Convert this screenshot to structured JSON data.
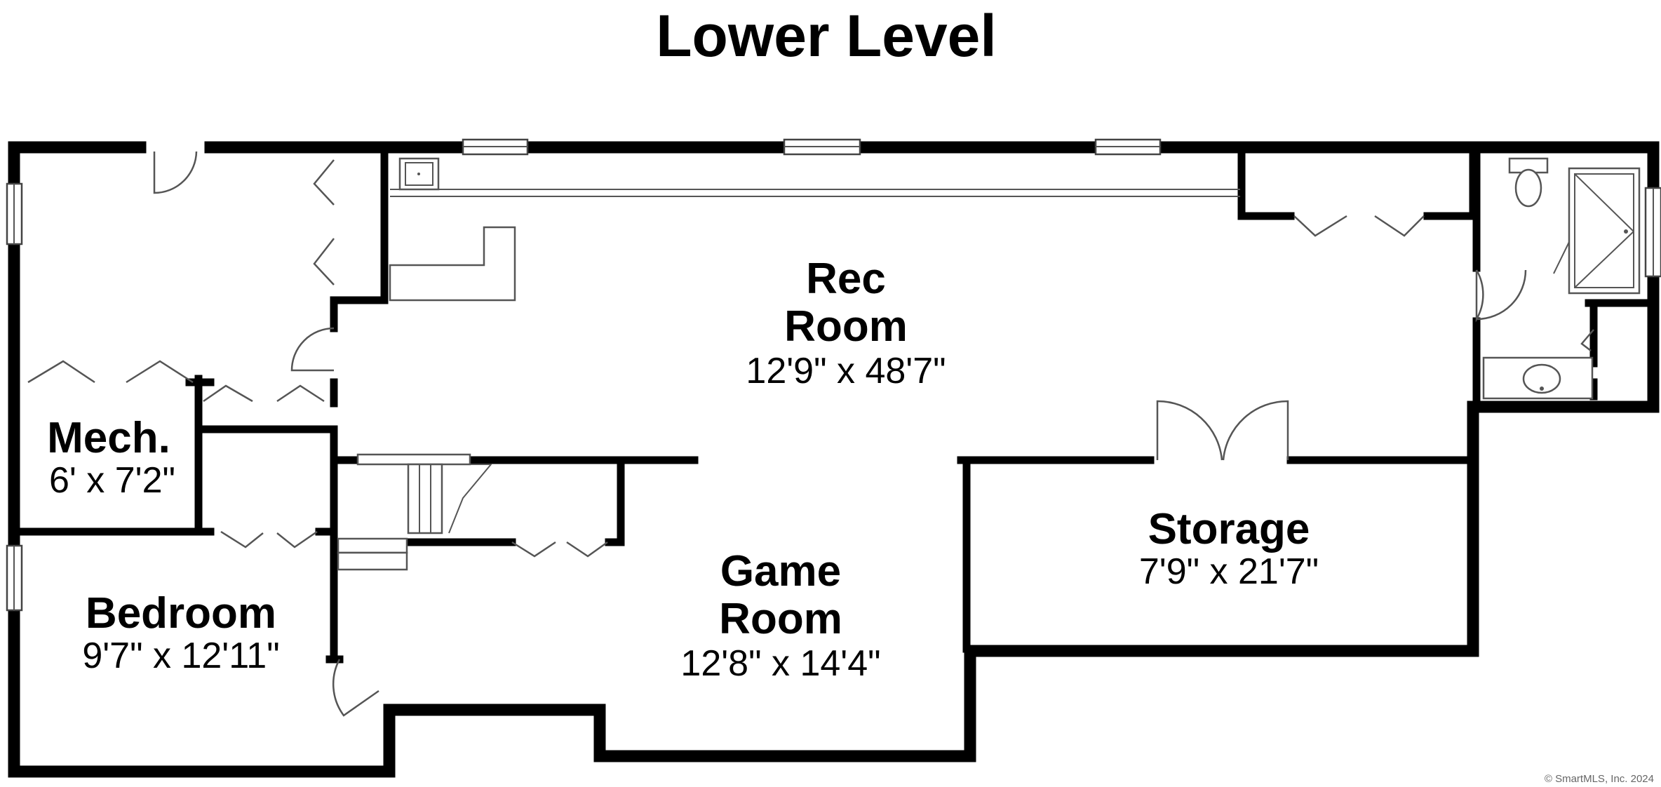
{
  "title": "Lower Level",
  "rooms": {
    "rec_room": {
      "name_line1": "Rec",
      "name_line2": "Room",
      "dims": "12'9\" x 48'7\""
    },
    "mech": {
      "name": "Mech.",
      "dims": "6' x 7'2\""
    },
    "bedroom": {
      "name": "Bedroom",
      "dims": "9'7\" x 12'11\""
    },
    "game_room": {
      "name_line1": "Game",
      "name_line2": "Room",
      "dims": "12'8\" x 14'4\""
    },
    "storage": {
      "name": "Storage",
      "dims": "7'9\" x 21'7\""
    }
  },
  "copyright": "© SmartMLS, Inc. 2024"
}
